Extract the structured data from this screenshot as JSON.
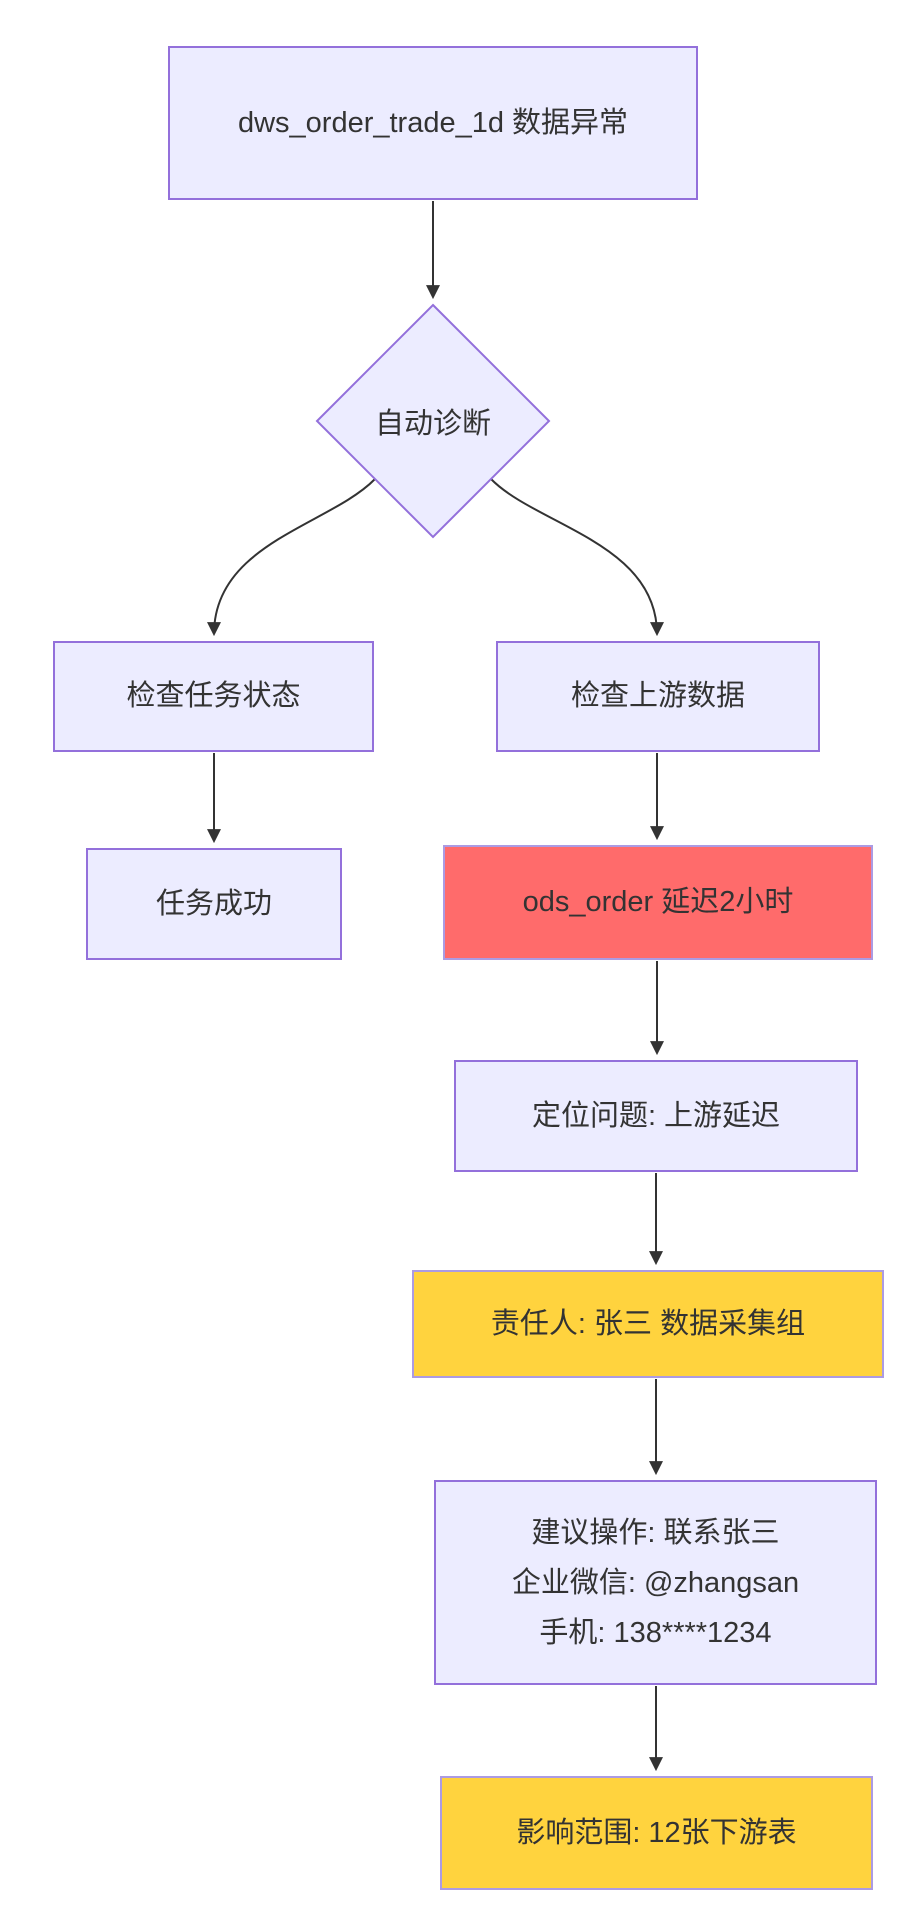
{
  "diagram": {
    "type": "flowchart",
    "direction": "top-down",
    "nodes": {
      "alert": {
        "label": "dws_order_trade_1d 数据异常",
        "shape": "rect",
        "status": "default"
      },
      "diagnose": {
        "label": "自动诊断",
        "shape": "diamond",
        "status": "default"
      },
      "check_task": {
        "label": "检查任务状态",
        "shape": "rect",
        "status": "default"
      },
      "task_success": {
        "label": "任务成功",
        "shape": "rect",
        "status": "default"
      },
      "check_upstream": {
        "label": "检查上游数据",
        "shape": "rect",
        "status": "default"
      },
      "ods_delay": {
        "label": "ods_order 延迟2小时",
        "shape": "rect",
        "status": "error"
      },
      "locate": {
        "label": "定位问题: 上游延迟",
        "shape": "rect",
        "status": "default"
      },
      "owner": {
        "label": "责任人: 张三 数据采集组",
        "shape": "rect",
        "status": "warning"
      },
      "suggestion": {
        "lines": [
          "建议操作: 联系张三",
          "企业微信: @zhangsan",
          "手机: 138****1234"
        ],
        "shape": "rect",
        "status": "default"
      },
      "impact": {
        "label": "影响范围: 12张下游表",
        "shape": "rect",
        "status": "warning"
      }
    },
    "edges": [
      {
        "from": "alert",
        "to": "diagnose"
      },
      {
        "from": "diagnose",
        "to": "check_task"
      },
      {
        "from": "diagnose",
        "to": "check_upstream"
      },
      {
        "from": "check_task",
        "to": "task_success"
      },
      {
        "from": "check_upstream",
        "to": "ods_delay"
      },
      {
        "from": "ods_delay",
        "to": "locate"
      },
      {
        "from": "locate",
        "to": "owner"
      },
      {
        "from": "owner",
        "to": "suggestion"
      },
      {
        "from": "suggestion",
        "to": "impact"
      }
    ],
    "colors": {
      "node_fill": "#ECECFF",
      "node_border": "#9370DB",
      "error_fill": "#FF6B6B",
      "warning_fill": "#FFD33E",
      "soft_border": "#AC9BE3",
      "text": "#333333",
      "arrow": "#333333",
      "bg": "#FFFFFF"
    }
  }
}
